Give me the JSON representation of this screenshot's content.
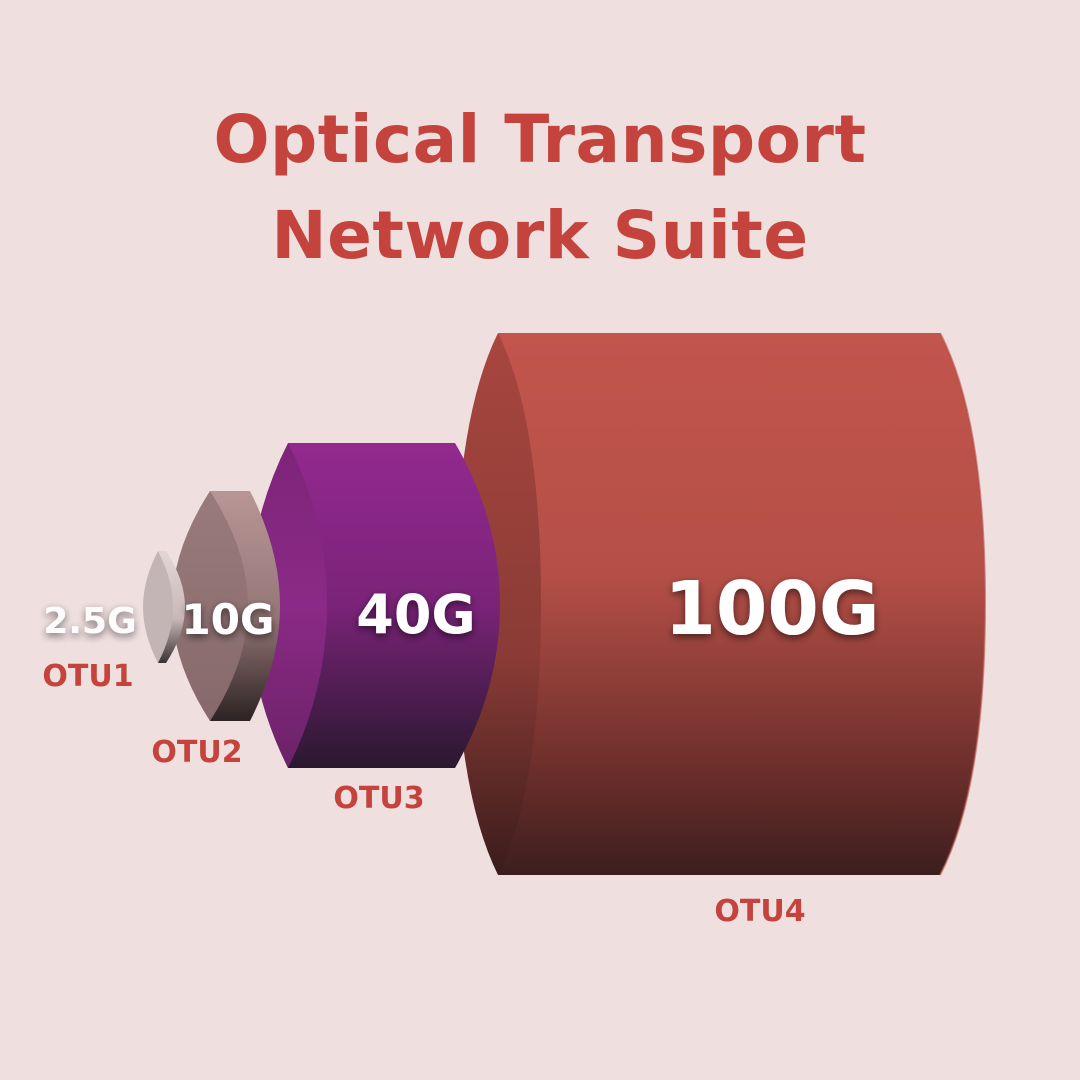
{
  "title": {
    "line1": "Optical Transport",
    "line2": "Network Suite"
  },
  "colors": {
    "background": "#efdfdf",
    "accent": "#c4443d",
    "otu1": "#c9b8b8",
    "otu2": "#9e7e80",
    "otu3": "#93298f",
    "otu4": "#c2554c"
  },
  "cylinders": [
    {
      "capacity": "2.5G",
      "name": "OTU1"
    },
    {
      "capacity": "10G",
      "name": "OTU2"
    },
    {
      "capacity": "40G",
      "name": "OTU3"
    },
    {
      "capacity": "100G",
      "name": "OTU4"
    }
  ]
}
